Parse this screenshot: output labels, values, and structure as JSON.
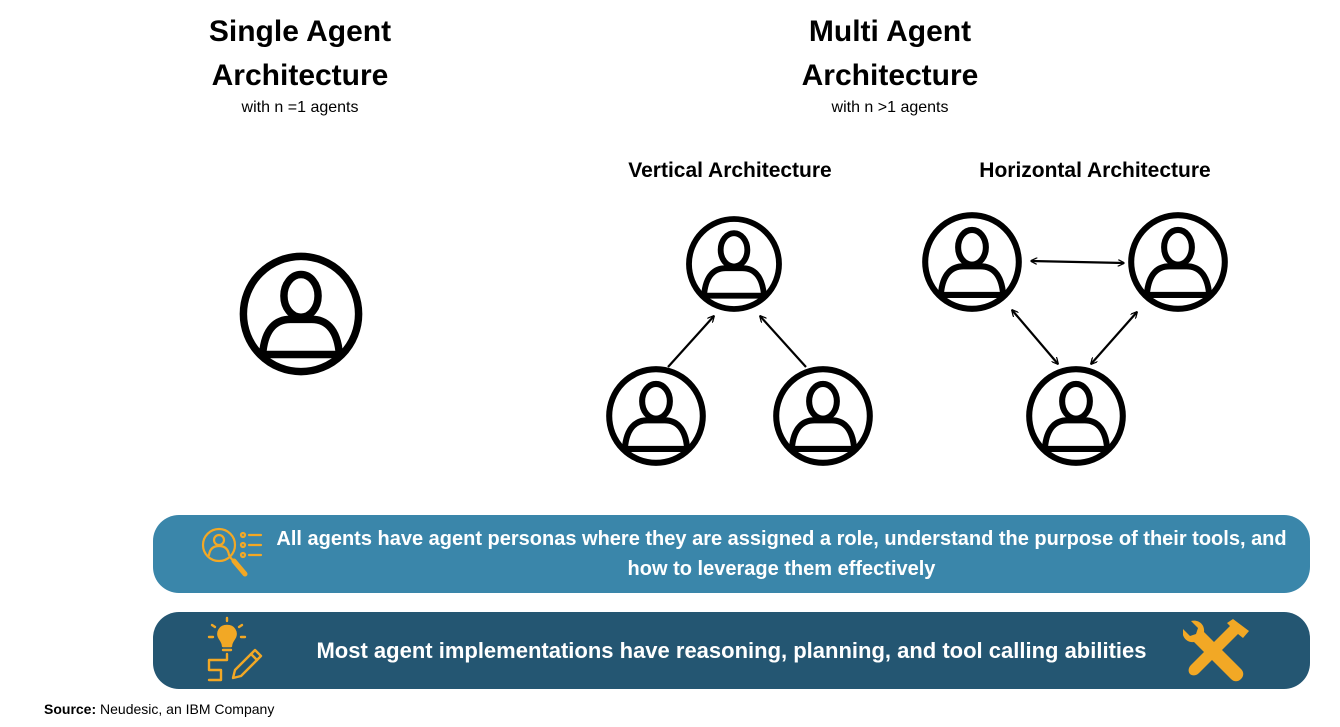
{
  "single": {
    "title_line1": "Single Agent",
    "title_line2": "Architecture",
    "subtitle": "with n =1 agents"
  },
  "multi": {
    "title_line1": "Multi Agent",
    "title_line2": "Architecture",
    "subtitle": "with n >1 agents",
    "vertical_title": "Vertical Architecture",
    "horizontal_title": "Horizontal Architecture"
  },
  "banners": {
    "persona_text": "All agents have agent personas where they are assigned a role, understand the purpose of their tools, and how to leverage them effectively",
    "abilities_text": "Most agent implementations have reasoning, planning, and tool calling abilities"
  },
  "source": {
    "label": "Source:",
    "text": "Neudesic, an IBM Company"
  },
  "colors": {
    "banner_light": "#3a86aa",
    "banner_dark": "#245672",
    "icon_accent": "#f2a825"
  },
  "icons": {
    "agent": "person-in-circle-icon",
    "persona": "person-magnifier-checklist-icon",
    "abilities": "lightbulb-pencil-icon",
    "tools": "wrench-hammer-icon"
  }
}
